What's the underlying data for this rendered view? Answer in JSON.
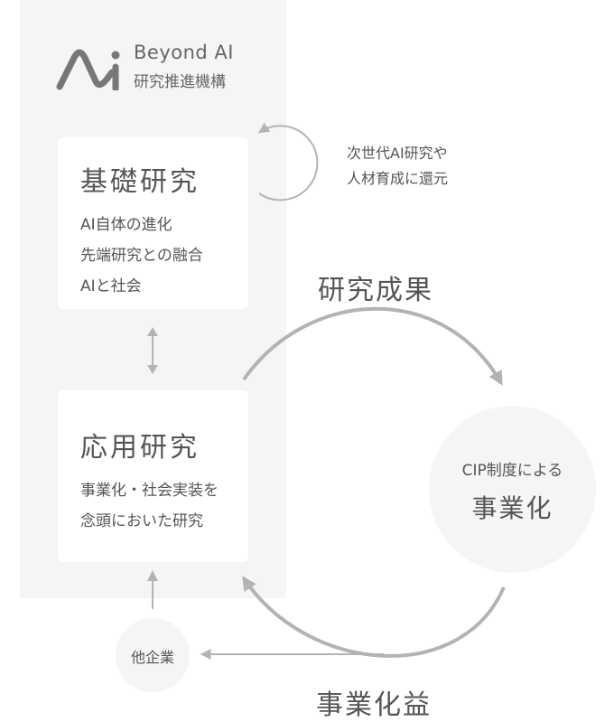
{
  "logo": {
    "name_en": "Beyond AI",
    "name_ja": "研究推進機構"
  },
  "basic_research": {
    "title": "基礎研究",
    "lines": [
      "AI自体の進化",
      "先端研究との融合",
      "AIと社会"
    ]
  },
  "applied_research": {
    "title": "応用研究",
    "lines": [
      "事業化・社会実装を",
      "念頭においた研究"
    ]
  },
  "feedback": {
    "lines": [
      "次世代AI研究や",
      "人材育成に還元"
    ]
  },
  "research_results": "研究成果",
  "commercialization": {
    "sub": "CIP制度による",
    "main": "事業化"
  },
  "other_companies": "他企業",
  "business_profit": "事業化益",
  "colors": {
    "panel": "#f4f5f5",
    "card": "#ffffff",
    "arrow": "#b3b3b3",
    "text": "#555555"
  }
}
